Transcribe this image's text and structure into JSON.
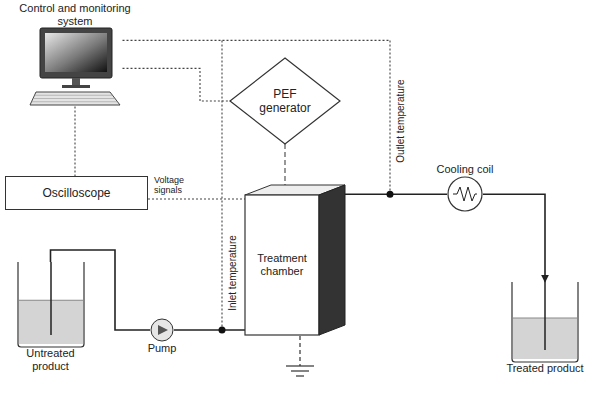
{
  "diagram": {
    "nodes": [
      {
        "text": [
          "Control and monitoring system"
        ]
      },
      {
        "text": [
          "PEF generator"
        ]
      },
      {
        "text": [
          "Oscilloscope"
        ]
      },
      {
        "text": [
          "Untreated product"
        ]
      },
      {
        "text": [
          "Pump"
        ]
      },
      {
        "text": [
          "Treatment chamber"
        ]
      },
      {
        "text": [
          "Cooling coil"
        ]
      },
      {
        "text": [
          "Treated product"
        ]
      }
    ],
    "edges": [
      {
        "from": 0,
        "to": 2,
        "arrow": "none"
      },
      {
        "from": 0,
        "to": 1,
        "arrow": "none"
      },
      {
        "from": 1,
        "to": 5,
        "arrow": "none"
      },
      {
        "from": 2,
        "to": 5,
        "label": "Voltage signals",
        "arrow": "none"
      },
      {
        "from": 3,
        "to": 4,
        "arrow": "none"
      },
      {
        "from": 4,
        "to": 5,
        "arrow": "none"
      },
      {
        "from": 5,
        "to": 6,
        "arrow": "none"
      },
      {
        "from": 6,
        "to": 7,
        "arrow": "to"
      }
    ],
    "labels": [
      "Inlet temperature",
      "Outlet temperature"
    ]
  }
}
